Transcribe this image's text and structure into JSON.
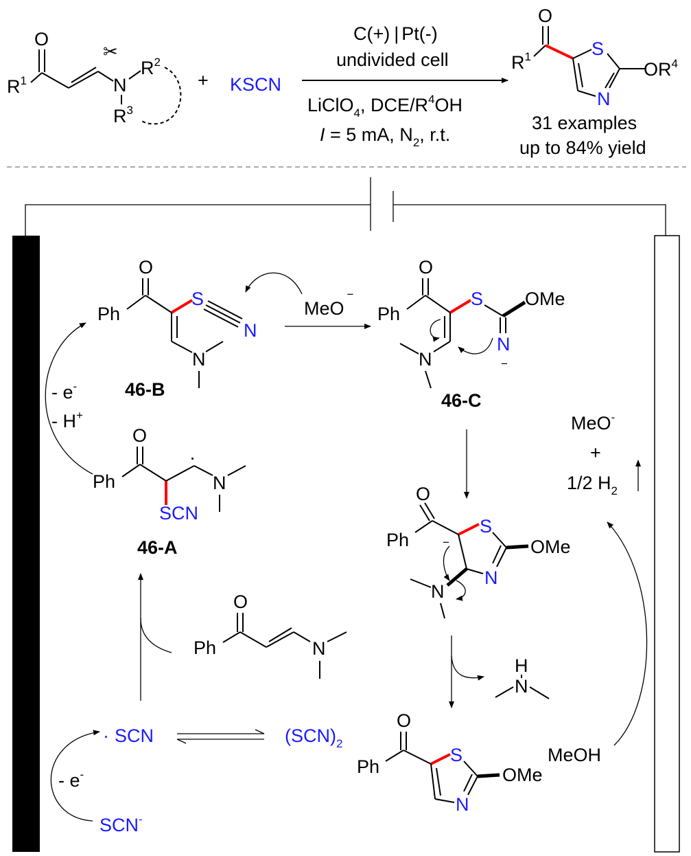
{
  "colors": {
    "heteroatom": "#1a1aff",
    "new_bond": "#ff0000"
  },
  "top": {
    "reactant": {
      "O": "O",
      "R1": "R",
      "R1_sup": "1",
      "N": "N",
      "R2": "R",
      "R2_sup": "2",
      "R3": "R",
      "R3_sup": "3"
    },
    "plus": "+",
    "reagent": "KSCN",
    "conditions": {
      "electrodes": "C(+)",
      "electrodes_sep": "|",
      "electrodes2": "Pt(-)",
      "cell": "undivided cell",
      "line3a": "LiClO",
      "line3_sub": "4",
      "line3b": ", DCE/R",
      "line3_sup": "4",
      "line3c": "OH",
      "line4a": "I",
      "line4b": " = 5 mA, N",
      "line4_sub": "2",
      "line4c": ", r.t."
    },
    "product": {
      "O": "O",
      "R1": "R",
      "R1_sup": "1",
      "S": "S",
      "N": "N",
      "OR4": "OR",
      "OR4_sup": "4",
      "examples": "31 examples",
      "yield": "up to 84% yield"
    }
  },
  "cycle": {
    "B": {
      "label": "46-B",
      "O": "O",
      "Ph": "Ph",
      "S": "S",
      "N": "N",
      "NMe2": "N"
    },
    "methoxide": {
      "text": "MeO",
      "charge": "−"
    },
    "C": {
      "label": "46-C",
      "O": "O",
      "Ph": "Ph",
      "S": "S",
      "OMe": "OMe",
      "N": "N",
      "charge": "−",
      "NMe2": "N"
    },
    "D": {
      "O": "O",
      "Ph": "Ph",
      "S": "S",
      "OMe": "OMe",
      "N": "N",
      "charge": "−",
      "NMe2": "N"
    },
    "amine": {
      "H": "H",
      "N": "N"
    },
    "product": {
      "O": "O",
      "Ph": "Ph",
      "S": "S",
      "OMe": "OMe",
      "N": "N"
    },
    "cathode": {
      "MeO": "MeO",
      "MeO_sup": "-",
      "plus": "+",
      "H2a": "1/2 H",
      "H2_sub": "2",
      "MeOH": "MeOH"
    },
    "A": {
      "label": "46-A",
      "O": "O",
      "Ph": "Ph",
      "SCN": "SCN",
      "N": "N",
      "dot": "·"
    },
    "ox1": {
      "a": "- e",
      "a_sup": "-",
      "b": "- H",
      "b_sup": "+"
    },
    "enaminone": {
      "O": "O",
      "Ph": "Ph",
      "N": "N"
    },
    "radical": {
      "dot": "·",
      "text": "SCN"
    },
    "dimer": {
      "text": "(SCN)",
      "sub": "2"
    },
    "anion": {
      "text": "SCN",
      "sup": "-"
    },
    "ox2": {
      "text": "- e",
      "sup": "-"
    }
  }
}
